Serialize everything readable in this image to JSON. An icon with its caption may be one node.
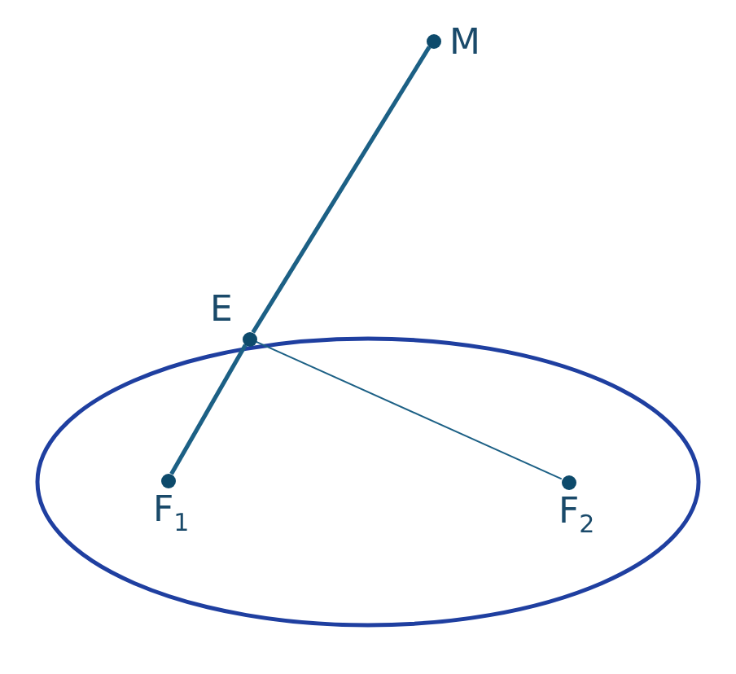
{
  "diagram": {
    "nodes": [
      {
        "text": [
          "M"
        ]
      },
      {
        "text": [
          "E"
        ]
      },
      {
        "text": [
          "F$_{1}$"
        ]
      },
      {
        "text": [
          "F$_{2}$"
        ]
      }
    ],
    "edges": [
      {
        "from": 2,
        "to": 1,
        "arrow": "none"
      },
      {
        "from": 1,
        "to": 0,
        "arrow": "none"
      },
      {
        "from": 1,
        "to": 3,
        "arrow": "none"
      }
    ]
  }
}
